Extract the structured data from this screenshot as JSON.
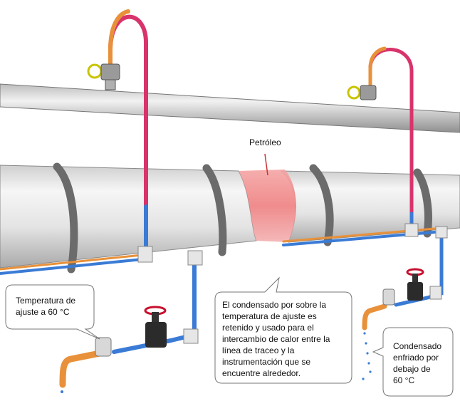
{
  "labels": {
    "petroleo": "Petróleo",
    "callout_left": [
      "Temperatura de",
      "ajuste a 60 °C"
    ],
    "callout_center": [
      "El condensado por sobre la",
      "temperatura de ajuste es",
      "retenido y usado para el",
      "intercambio de calor entre la",
      "línea de traceo y la",
      "instrumentación que se",
      "encuentre alrededor."
    ],
    "callout_right": [
      "Condensado",
      "enfriado por",
      "debajo de",
      "60 °C"
    ]
  },
  "colors": {
    "steam_pipe": "#e8913a",
    "hot_tube": "#d9336c",
    "tracer_tube": "#3a7bd5",
    "oil": "#f08a8a",
    "pipe_body": "#e9e9e9",
    "clamp": "#707070",
    "valve_handle": "#c8102e",
    "valve_body": "#2b2b2b",
    "handwheel_top": "#c9c400"
  }
}
